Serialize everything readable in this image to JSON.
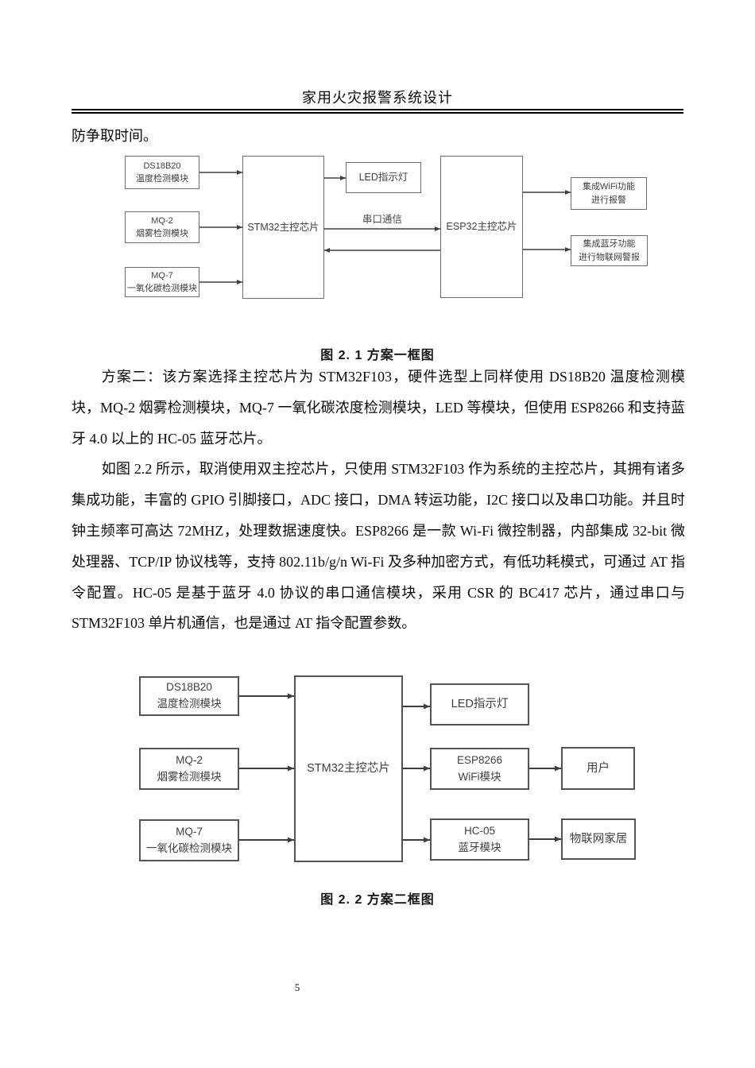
{
  "page": {
    "title": "家用火灾报警系统设计",
    "intro_text": "防争取时间。",
    "page_number": "5"
  },
  "paragraphs": {
    "p1": "方案二：该方案选择主控芯片为 STM32F103，硬件选型上同样使用 DS18B20 温度检测模块，MQ-2 烟雾检测模块，MQ-7 一氧化碳浓度检测模块，LED 等模块，但使用 ESP8266 和支持蓝牙 4.0 以上的 HC-05 蓝牙芯片。",
    "p2": "如图 2.2 所示，取消使用双主控芯片，只使用 STM32F103 作为系统的主控芯片，其拥有诸多集成功能，丰富的 GPIO 引脚接口，ADC 接口，DMA 转运功能，I2C 接口以及串口功能。并且时钟主频率可高达 72MHZ，处理数据速度快。ESP8266 是一款 Wi-Fi 微控制器，内部集成 32-bit 微处理器、TCP/IP 协议栈等，支持 802.11b/g/n Wi-Fi 及多种加密方式，有低功耗模式，可通过 AT 指令配置。HC-05 是基于蓝牙 4.0 协议的串口通信模块，采用 CSR 的 BC417 芯片，通过串口与 STM32F103 单片机通信，也是通过 AT 指令配置参数。"
  },
  "figure1": {
    "caption": "图 2. 1 方案一框图",
    "link_label": "串口通信",
    "boxes": {
      "temp": {
        "line1": "DS18B20",
        "line2": "温度检测模块"
      },
      "smoke": {
        "line1": "MQ-2",
        "line2": "烟雾检测模块"
      },
      "co": {
        "line1": "MQ-7",
        "line2": "一氧化碳检测模块"
      },
      "stm32": {
        "line1": "STM32主控芯片"
      },
      "led": {
        "line1": "LED指示灯"
      },
      "esp32": {
        "line1": "ESP32主控芯片"
      },
      "wifi": {
        "line1": "集成WiFi功能",
        "line2": "进行报警"
      },
      "bluetooth": {
        "line1": "集成蓝牙功能",
        "line2": "进行物联网警报"
      }
    }
  },
  "figure2": {
    "caption": "图 2. 2 方案二框图",
    "boxes": {
      "temp": {
        "line1": "DS18B20",
        "line2": "温度检测模块"
      },
      "smoke": {
        "line1": "MQ-2",
        "line2": "烟雾检测模块"
      },
      "co": {
        "line1": "MQ-7",
        "line2": "一氧化碳检测模块"
      },
      "stm32": {
        "line1": "STM32主控芯片"
      },
      "led": {
        "line1": "LED指示灯"
      },
      "esp8266": {
        "line1": "ESP8266",
        "line2": "WiFi模块"
      },
      "user": {
        "line1": "用户"
      },
      "hc05": {
        "line1": "HC-05",
        "line2": "蓝牙模块"
      },
      "iot": {
        "line1": "物联网家居"
      }
    }
  },
  "colors": {
    "text": "#000000",
    "diagram_border": "#5a5a5a",
    "diagram_text": "#3f3f3f",
    "connector": "#404040"
  }
}
